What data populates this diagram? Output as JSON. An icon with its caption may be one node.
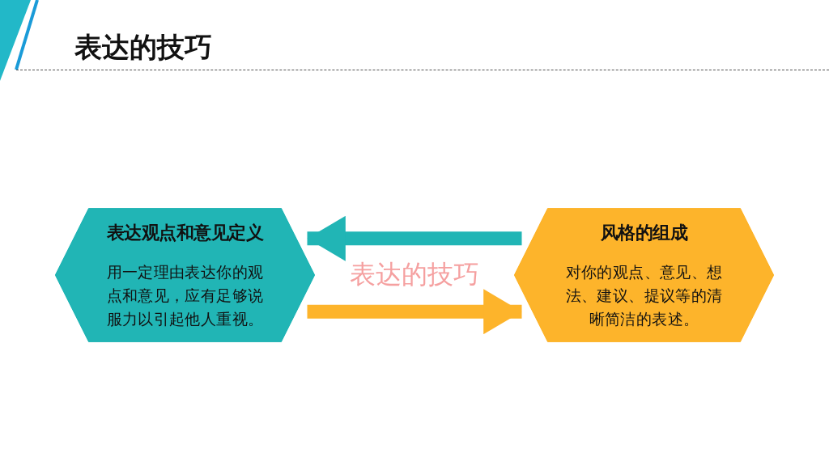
{
  "diagram": {
    "title": "表达的技巧",
    "nodes": [
      {
        "text": [
          "表达观点和意见定义",
          "用一定理由表达你的观点和意见，应有足够说服力以引起他人重视。"
        ]
      },
      {
        "text": [
          "风格的组成",
          "对你的观点、意见、想法、建议、提议等的清晰简洁的表述。"
        ]
      }
    ],
    "edges": [
      {
        "from": 1,
        "to": 0,
        "arrow": "to",
        "color": "#21b5b5"
      },
      {
        "from": 0,
        "to": 1,
        "arrow": "to",
        "color": "#fdb42b"
      }
    ],
    "labels": [
      "表达的技巧"
    ]
  }
}
